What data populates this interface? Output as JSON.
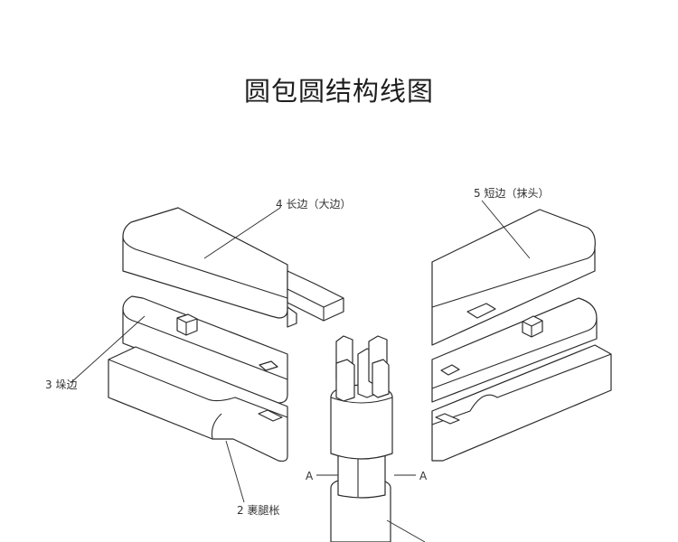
{
  "title": "圆包圆结构线图",
  "labels": {
    "long_edge": "4 长边（大边）",
    "short_edge": "5 短边（抹头）",
    "side_edge": "3 垛边",
    "leg_rail": "2 裹腿枨",
    "section_left": "A",
    "section_right": "A"
  },
  "colors": {
    "stroke": "#2b2b2b",
    "text": "#333333",
    "background": "#ffffff"
  }
}
